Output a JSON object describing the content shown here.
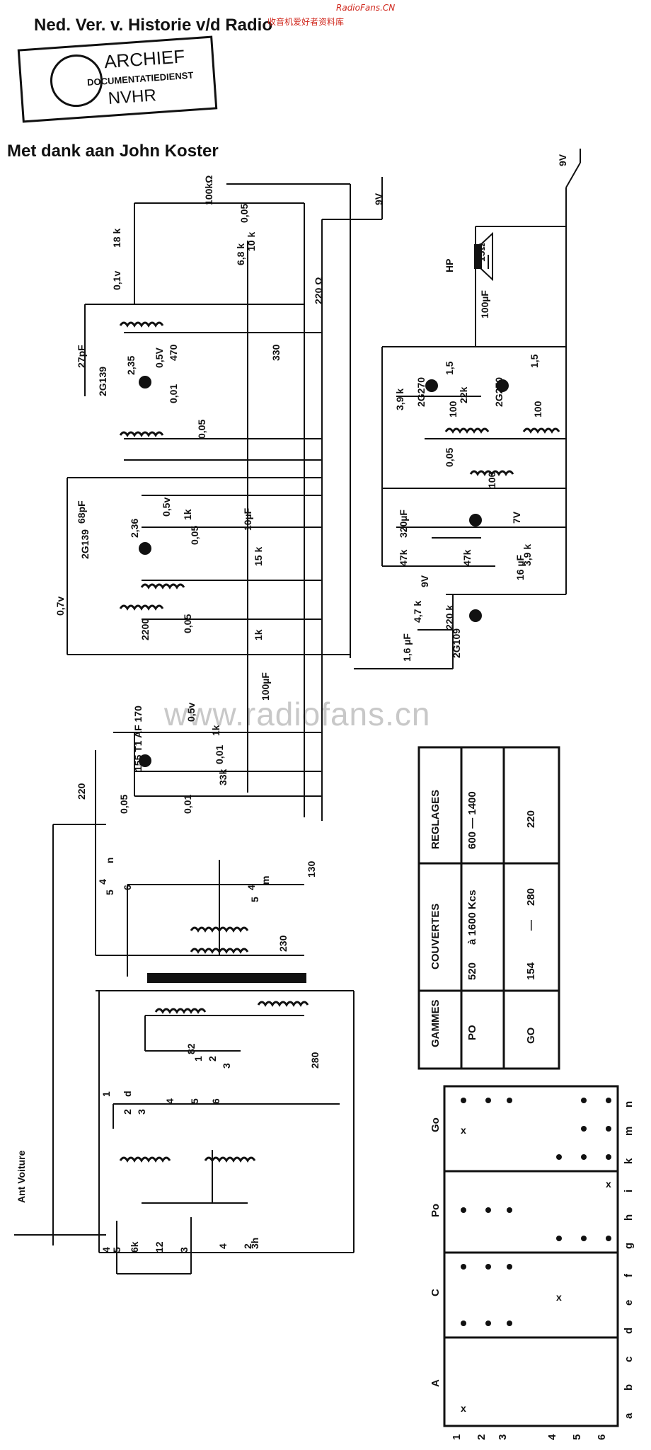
{
  "header": {
    "title": "Ned. Ver. v. Historie v/d Radio",
    "credit": "Met dank aan John Koster"
  },
  "site_mark": "RadioFans.CN",
  "site_mark_cn": "收音机爱好者资料库",
  "stamp": {
    "line1": "ARCHIEF",
    "line2": "DOCUMENTATIEDIENST",
    "line3": "NVHR"
  },
  "watermark": "www.radiofans.cn",
  "schematic": {
    "labels": [
      "9V",
      "100kΩ",
      "0,05",
      "18 k",
      "10 k",
      "0,1v",
      "6,8 k",
      "220 Ω",
      "27pF",
      "2G139",
      "2,35",
      "0,5V",
      "470",
      "330",
      "0,01",
      "0,05",
      "68pF",
      "2G139",
      "2,36",
      "0,5v",
      "1k",
      "10µF",
      "0,05",
      "15 k",
      "0,7v",
      "2200",
      "0,05",
      "1k",
      "100µF",
      "155 T1 AF 170",
      "0,5v",
      "1k",
      "0,01",
      "33k",
      "220",
      "0,05",
      "0,01",
      "4",
      "5",
      "n",
      "6",
      "4",
      "5",
      "m",
      "130",
      "230",
      "82",
      "1",
      "2",
      "3",
      "1",
      "d",
      "2",
      "3",
      "4",
      "5",
      "6",
      "280",
      "Ant Voiture",
      "4",
      "5",
      "6k",
      "12",
      "3",
      "4",
      "2",
      "3h",
      "9V",
      "HP",
      "15Ω",
      "100µF",
      "2G270",
      "2G270",
      "1,5",
      "100",
      "22k",
      "1,5",
      "100",
      "3,9 k",
      "100",
      "0,05",
      "7V",
      "320µF",
      "47k",
      "47k",
      "9V",
      "16 µF",
      "3,9 k",
      "4,7 k",
      "220 k",
      "1,6 µF",
      "2G109"
    ]
  },
  "reglages_table": {
    "headers": [
      "GAMMES",
      "COUVERTES",
      "REGLAGES"
    ],
    "rows": [
      {
        "gamme": "PO",
        "low": "520",
        "mid": "à 1600 Kcs",
        "reglage": "600 — 1400"
      },
      {
        "gamme": "GO",
        "low": "154",
        "mid": "—",
        "high": "280",
        "reglage": "220"
      }
    ]
  },
  "switch_matrix": {
    "sections": [
      "A",
      "C",
      "Po",
      "Go"
    ],
    "row_labels": [
      "1",
      "2",
      "3",
      "4",
      "5",
      "6"
    ],
    "col_labels": [
      "a",
      "b",
      "c",
      "d",
      "e",
      "f",
      "g",
      "h",
      "i",
      "k",
      "m",
      "n"
    ]
  }
}
